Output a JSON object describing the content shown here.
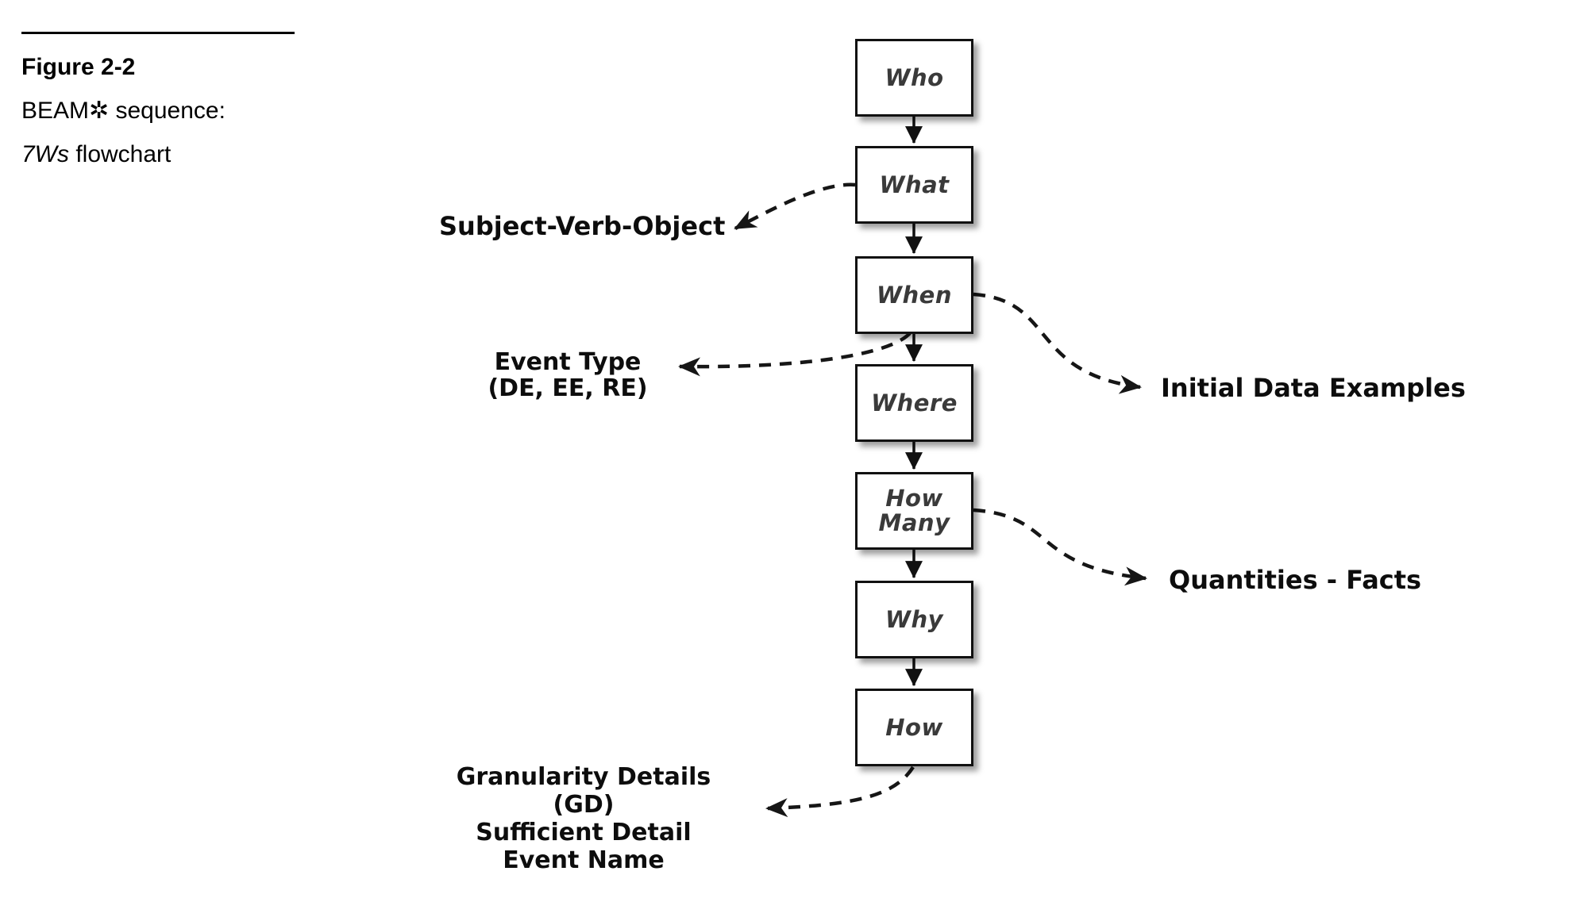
{
  "caption": {
    "title": "Figure 2-2",
    "subtitle": "BEAM✲ sequence:",
    "subtitle2_italic": "7Ws",
    "subtitle2_rest": " flowchart"
  },
  "flowchart": {
    "boxes": [
      {
        "label": "Who"
      },
      {
        "label": "What"
      },
      {
        "label": "When"
      },
      {
        "label": "Where"
      },
      {
        "label": "How\nMany"
      },
      {
        "label": "Why"
      },
      {
        "label": "How"
      }
    ]
  },
  "annotations": {
    "subject_verb_object": "Subject-Verb-Object",
    "event_type_line1": "Event Type",
    "event_type_line2": "(DE, EE, RE)",
    "initial_data_examples": "Initial Data Examples",
    "quantities_facts": "Quantities - Facts",
    "granularity_line1": "Granularity Details (GD)",
    "granularity_line2": "Sufficient Detail",
    "granularity_line3": "Event Name"
  },
  "colors": {
    "background": "#ffffff",
    "box_border": "#111111",
    "box_fill": "#ffffff",
    "box_text": "#3a3a3a",
    "annotation_text": "#0d0d0d",
    "connector": "#161616"
  }
}
